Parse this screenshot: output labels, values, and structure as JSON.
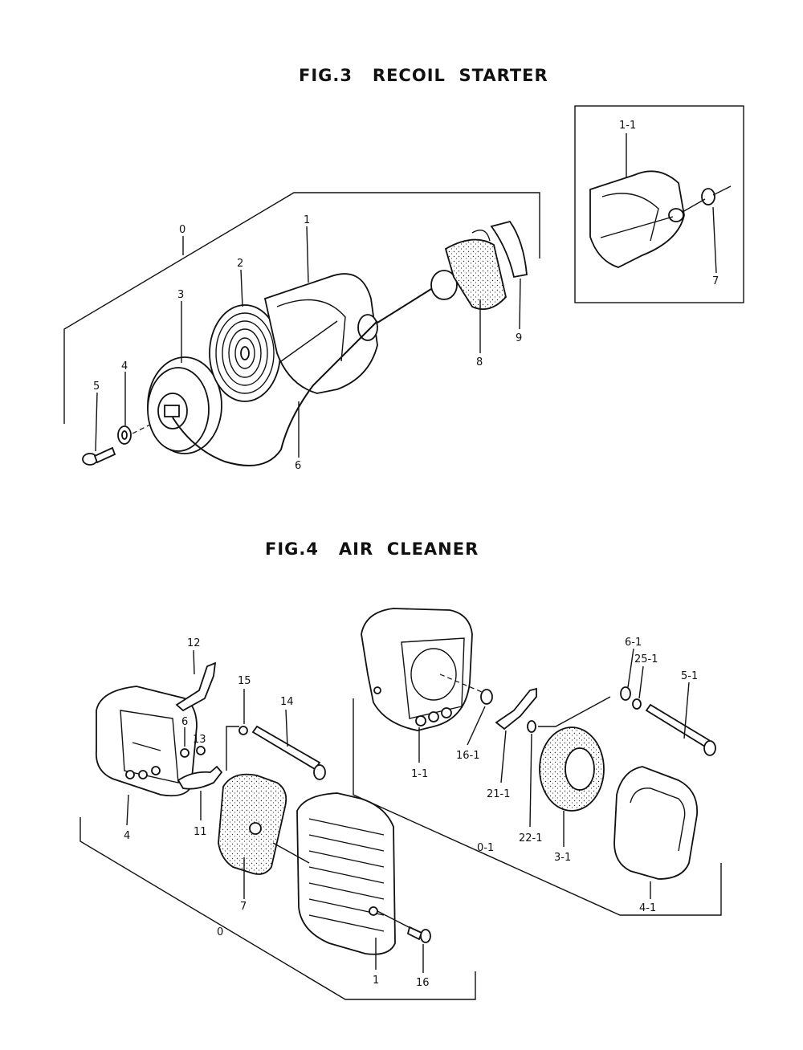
{
  "figures": [
    {
      "title": "FIG.3   RECOIL  STARTER",
      "labels": {
        "p0": "0",
        "p1": "1",
        "p2": "2",
        "p3": "3",
        "p4": "4",
        "p5": "5",
        "p6": "6",
        "p7": "7",
        "p8": "8",
        "p9": "9",
        "p1_1": "1-1"
      }
    },
    {
      "title": "FIG.4   AIR  CLEANER",
      "labels": {
        "p0": "0",
        "p1": "1",
        "p4": "4",
        "p6": "6",
        "p7": "7",
        "p11": "11",
        "p12": "12",
        "p13": "13",
        "p14": "14",
        "p15": "15",
        "p16": "16",
        "p0_1": "0-1",
        "p1_1": "1-1",
        "p3_1": "3-1",
        "p4_1": "4-1",
        "p5_1": "5-1",
        "p6_1": "6-1",
        "p16_1": "16-1",
        "p21_1": "21-1",
        "p22_1": "22-1",
        "p25_1": "25-1"
      }
    }
  ]
}
